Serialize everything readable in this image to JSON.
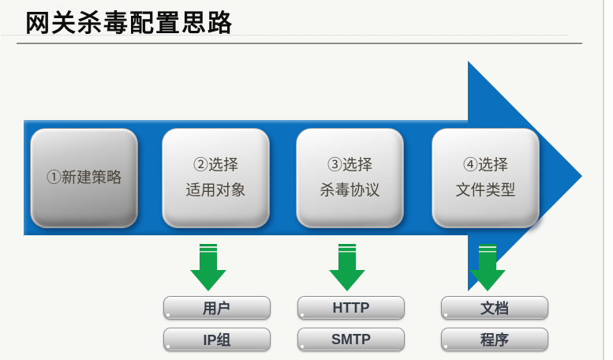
{
  "slide": {
    "title": "网关杀毒配置思路",
    "colors": {
      "arrow_blue": "#0b70bd",
      "arrow_green": "#0fa24b"
    },
    "steps": [
      {
        "line1": "①新建策略",
        "line2": ""
      },
      {
        "line1": "②选择",
        "line2": "适用对象"
      },
      {
        "line1": "③选择",
        "line2": "杀毒协议"
      },
      {
        "line1": "④选择",
        "line2": "文件类型"
      }
    ],
    "option_columns": [
      {
        "items": [
          "用户",
          "IP组"
        ]
      },
      {
        "items": [
          "HTTP",
          "SMTP"
        ]
      },
      {
        "items": [
          "文档",
          "程序"
        ]
      }
    ]
  }
}
